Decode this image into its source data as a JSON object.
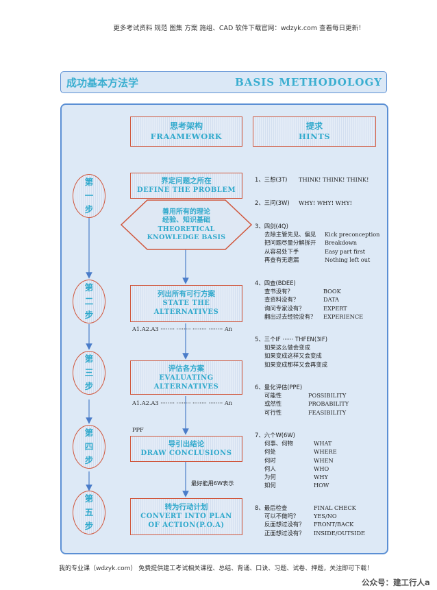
{
  "header_note": "更多考试资料 规范 图集 方案 施组、CAD 软件下载官网：wdzyk.com 查看每日更新！",
  "footer_note": "我的专业课（wdzyk.com） 免费提供建工考试相关课程、总结、背诵、口诀、习题、试卷、押题，关注即可下载！",
  "wechat": "公众号：建工行人a",
  "banner": {
    "cn": "成功基本方法学",
    "en": "BASIS  METHODOLOGY"
  },
  "headers": {
    "framework": {
      "cn": "思考架构",
      "en": "FRAAMEWORK"
    },
    "hints": {
      "cn": "提求",
      "en": "HINTS"
    }
  },
  "steps": [
    {
      "c1": "第",
      "c2": "一",
      "c3": "步"
    },
    {
      "c1": "第",
      "c2": "二",
      "c3": "步"
    },
    {
      "c1": "第",
      "c2": "三",
      "c3": "步"
    },
    {
      "c1": "第",
      "c2": "四",
      "c3": "步"
    },
    {
      "c1": "第",
      "c2": "五",
      "c3": "步"
    }
  ],
  "boxes": {
    "define": {
      "cn": "界定问题之所在",
      "en": "DEFINE  THE  PROBLEM"
    },
    "theory": {
      "cn1": "善用所有的理论",
      "cn2": "经验、知识基础",
      "en1": "THEORETICAL",
      "en2": "KNOWLEDGE  BASIS"
    },
    "state": {
      "cn": "列出所有可行方案",
      "en1": "STATE  THE",
      "en2": "ALTERNATIVES"
    },
    "evaluate": {
      "cn": "评估各方案",
      "en1": "EVALUATING",
      "en2": "ALTERNATIVES"
    },
    "draw": {
      "cn": "导引出结论",
      "en": "DRAW  CONCLUSIONS"
    },
    "convert": {
      "cn": "转为行动计划",
      "en1": "CONVERT  INTO  PLAN",
      "en2": "OF  ACTION(P.O.A)"
    }
  },
  "alt_line_1": "A1.A2.A3 ········ ········ ········ ········ An",
  "alt_line_2": "A1.A2.A3 ········ ········ ········ ········ An",
  "ppf": "PPF",
  "best_6w": "最好能用6W表示",
  "hints": {
    "h1": {
      "title": "1、三想(3T)",
      "extra": "THINK!  THINK!  THINK!"
    },
    "h2": {
      "title": "2、三问(3W)",
      "extra": "WHY!  WHY!  WHY!"
    },
    "h3": {
      "title": "3、四剑(4Q)",
      "rows": [
        {
          "cn": "去除主管先见、偏见",
          "en": "Kick preconception"
        },
        {
          "cn": "把问题尽量分解拆开",
          "en": "Breakdown"
        },
        {
          "cn": "从容易处下手",
          "en": "Easy  part  first"
        },
        {
          "cn": "再查有无遗漏",
          "en": "Nothing  left  out"
        }
      ]
    },
    "h4": {
      "title": "4、四查(BDEE)",
      "rows": [
        {
          "cn": "查书没有？",
          "en": "BOOK"
        },
        {
          "cn": "查资料没有？",
          "en": "DATA"
        },
        {
          "cn": "询问专家没有？",
          "en": "EXPERT"
        },
        {
          "cn": "翻出过去经验没有？",
          "en": "EXPERIENCE"
        }
      ]
    },
    "h5": {
      "title": "5、三个IF ······ THFEN(3IF)",
      "rows": [
        {
          "cn": "如果这么做会变成"
        },
        {
          "cn": "如果变成这样又会变成"
        },
        {
          "cn": "如果变成那样又会再变成"
        }
      ]
    },
    "h6": {
      "title": "6、量化评估(PPE)",
      "rows": [
        {
          "cn": "可能性",
          "en": "POSSIBILITY"
        },
        {
          "cn": "或然性",
          "en": "PROBABILITY"
        },
        {
          "cn": "可行性",
          "en": "FEASIBILITY"
        }
      ]
    },
    "h7": {
      "title": "7、六个W(6W)",
      "rows": [
        {
          "cn": "何事、何物",
          "en": "WHAT"
        },
        {
          "cn": "何处",
          "en": "WHERE"
        },
        {
          "cn": "何时",
          "en": "WHEN"
        },
        {
          "cn": "何人",
          "en": "WHO"
        },
        {
          "cn": "为何",
          "en": "WHY"
        },
        {
          "cn": "如何",
          "en": "HOW"
        }
      ]
    },
    "h8": {
      "title": "8、最后检查",
      "extra": "FINAL  CHECK",
      "rows": [
        {
          "cn": "可以不做吗？",
          "en": "YES/NO"
        },
        {
          "cn": "反面想过没有？",
          "en": "FRONT/BACK"
        },
        {
          "cn": "正面想过没有？",
          "en": "INSIDE/OUTSIDE"
        }
      ]
    }
  },
  "colors": {
    "accent": "#30a9cc",
    "border": "#d0553a",
    "panel": "#dde9f6",
    "frame": "#5b8fd4",
    "arrow": "#4a7cc9"
  }
}
